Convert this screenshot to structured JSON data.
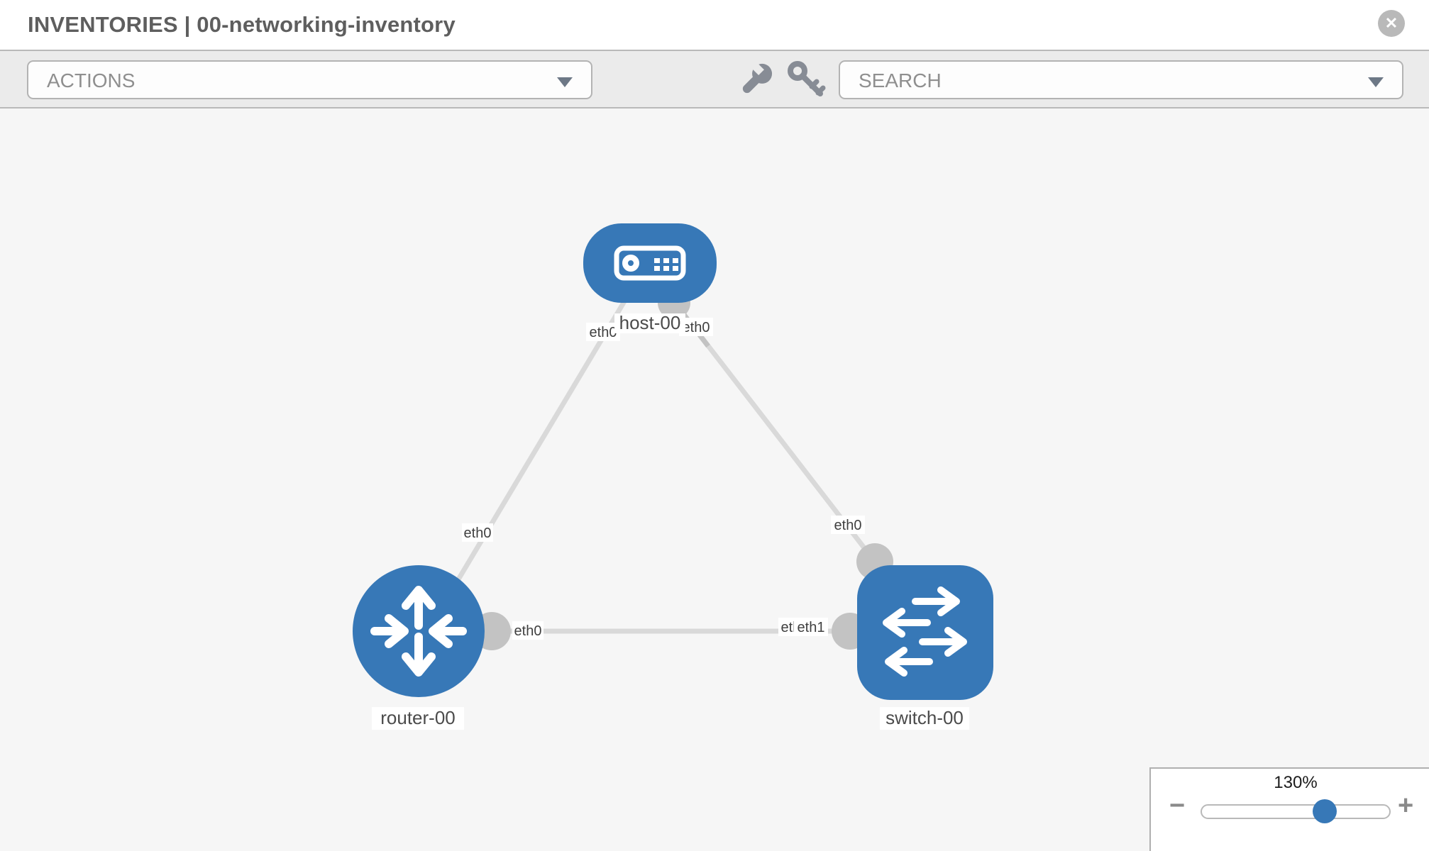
{
  "header": {
    "title": "INVENTORIES | 00-networking-inventory",
    "close_glyph": "✕"
  },
  "toolbar": {
    "actions_label": "ACTIONS",
    "search_placeholder": "SEARCH",
    "icons": [
      "wrench-icon",
      "key-icon"
    ]
  },
  "topology": {
    "nodes": [
      {
        "name": "host-00",
        "type": "host"
      },
      {
        "name": "router-00",
        "type": "router"
      },
      {
        "name": "switch-00",
        "type": "switch"
      }
    ],
    "links": [
      {
        "source": "host-00",
        "source_label": "eth0",
        "target": "router-00",
        "target_label": "eth0"
      },
      {
        "source": "host-00",
        "source_label": "eth0",
        "target": "switch-00",
        "target_label": "eth0"
      },
      {
        "source": "router-00",
        "source_label": "eth0",
        "target": "switch-00",
        "target_label": "eth1",
        "target_label_underneath": "eth0"
      }
    ]
  },
  "zoom_panel": {
    "level": "130%",
    "minus_glyph": "−",
    "plus_glyph": "+"
  },
  "colors": {
    "node_fill": "#3778b7",
    "link_gray": "#d9d9d9",
    "endpoint_gray": "#c3c3c3",
    "toolbar_bg": "#ebebeb",
    "canvas_bg": "#f6f6f6",
    "slider_knob": "#3778b7"
  }
}
